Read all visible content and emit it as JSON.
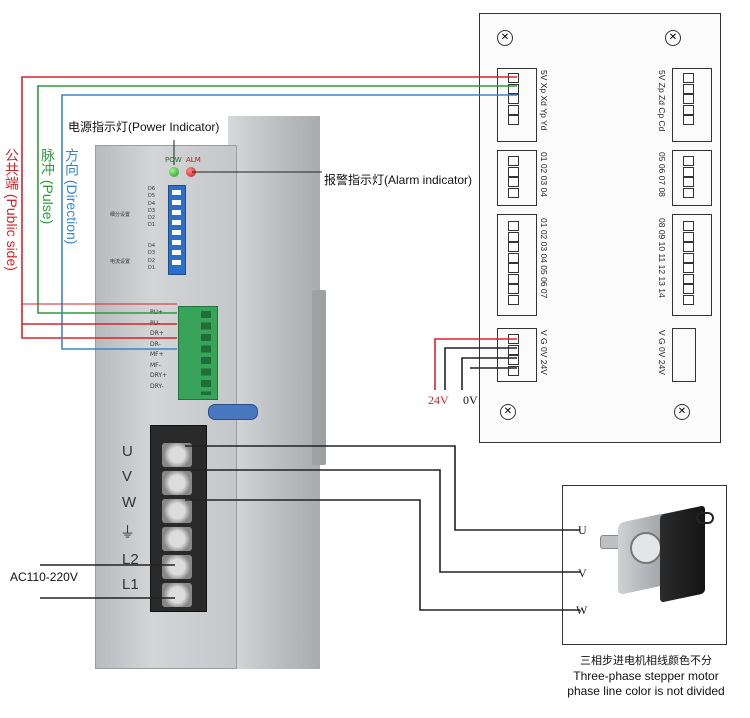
{
  "labels": {
    "power_indicator": "电源指示灯(Power Indicator)",
    "alarm_indicator": "报警指示灯(Alarm indicator)",
    "public_side": "公共端 (Public side)",
    "pulse": "脉冲 (Pulse)",
    "direction": "方向 (Direction)",
    "ac_input": "AC110-220V",
    "v24": "24V",
    "v0": "0V",
    "motor_caption_cn": "三相步进电机相线颜色不分",
    "motor_caption_en1": "Three-phase stepper motor",
    "motor_caption_en2": "phase line color is not divided"
  },
  "driver": {
    "pow": "POW",
    "alm": "ALM",
    "terminal_labels": [
      "U",
      "V",
      "W",
      "⏚",
      "L2",
      "L1"
    ],
    "signal_pins": [
      "PU+",
      "PU-",
      "DR+",
      "DR-",
      "MF+",
      "MF-",
      "DRY+",
      "DRY-"
    ],
    "dip_labels_top": [
      "D6",
      "D5",
      "D4",
      "D3",
      "D2",
      "D1"
    ],
    "dip_labels_bottom": [
      "D4",
      "D3",
      "D2",
      "D1"
    ],
    "dip_group1": "细分设置",
    "dip_group2": "电流设置"
  },
  "board": {
    "left_blocks": [
      "5V Xp Xd Yp Yd",
      "01 02 03 04",
      "01 02 03 04 05 06 07",
      "V G 0V 24V"
    ],
    "right_blocks": [
      "5V Zp Zd Cp Cd",
      "05 06 07 08",
      "08 09 10 11 12 13 14",
      "V G 0V 24V"
    ]
  },
  "motor": {
    "phase_labels": [
      "U",
      "V",
      "W"
    ]
  },
  "colors": {
    "wire_red": "#d8232a",
    "wire_green": "#2e9a3c",
    "wire_blue": "#3a86c8",
    "wire_dark": "#222222",
    "driver_body": "#c9ccce",
    "terminal_green": "#3aa35a"
  }
}
